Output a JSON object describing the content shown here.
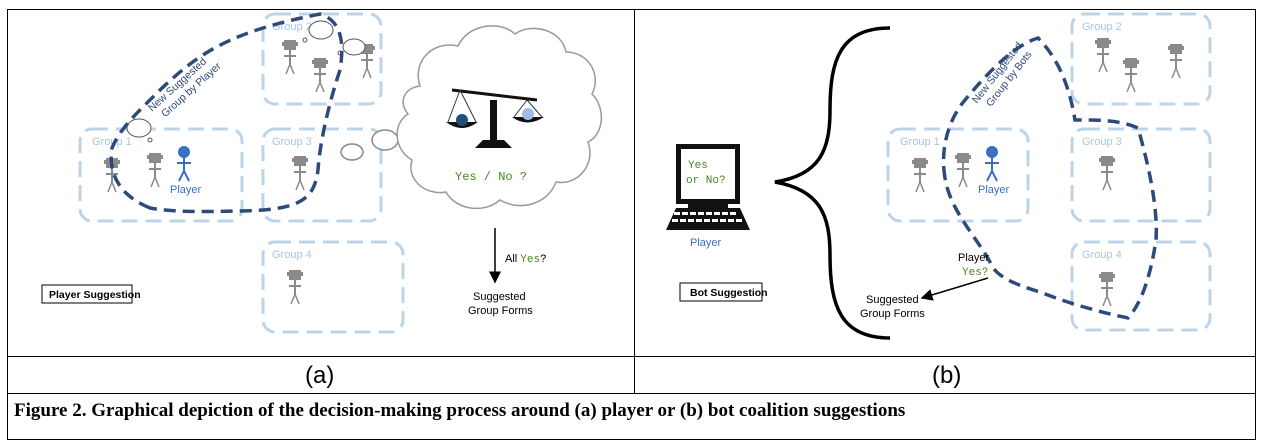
{
  "panel_a": {
    "groups": [
      "Group 1",
      "Group 2",
      "Group 3",
      "Group 4"
    ],
    "player_label": "Player",
    "dashed_path_label_line1": "New Suggested",
    "dashed_path_label_line2": "Group by Player",
    "cloud_text": "Yes / No ?",
    "arrow_label_prefix": "All ",
    "arrow_label_yes": "Yes",
    "arrow_label_suffix": "?",
    "result_line1": "Suggested",
    "result_line2": "Group Forms",
    "box_label": "Player Suggestion",
    "sub_label": "(a)"
  },
  "panel_b": {
    "groups": [
      "Group 1",
      "Group 2",
      "Group 3",
      "Group 4"
    ],
    "player_label": "Player",
    "computer_screen_line1": "Yes",
    "computer_screen_line2": "or No?",
    "computer_caption": "Player",
    "dashed_path_label_line1": "New Suggested",
    "dashed_path_label_line2": "Group by Bots",
    "arrow_label_line1": "Player",
    "arrow_label_line2": "Yes?",
    "result_line1": "Suggested",
    "result_line2": "Group Forms",
    "box_label": "Bot Suggestion",
    "sub_label": "(b)"
  },
  "caption": "Figure 2. Graphical depiction of the decision-making process around (a) player or (b) bot coalition suggestions",
  "colors": {
    "group_border": "#bcd4ea",
    "path_dash": "#2e4a7a",
    "player_blue": "#3a6fc4",
    "yes_green": "#3f8a1f",
    "bot_gray": "#8a8a8a"
  }
}
